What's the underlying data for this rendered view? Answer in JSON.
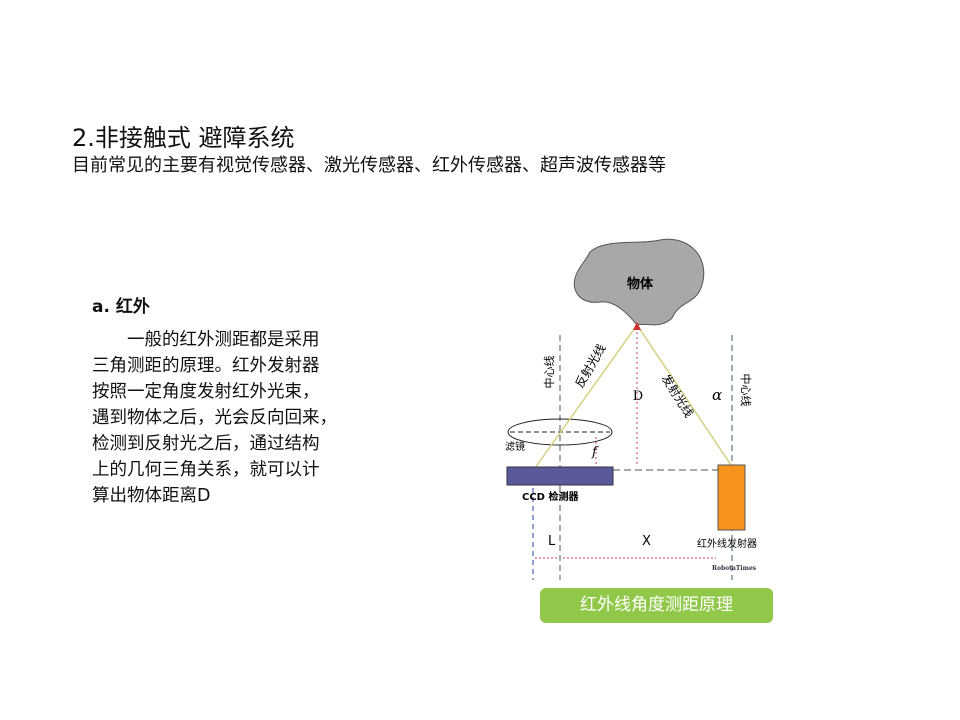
{
  "title": "2.非接触式 避障系统",
  "subtitle": "目前常见的主要有视觉传感器、激光传感器、红外传感器、超声波传感器等",
  "section": {
    "label": "a.  红外",
    "lines": [
      "　　一般的红外测距都是采用",
      "三角测距的原理。红外发射器",
      "按照一定角度发射红外光束，",
      "遇到物体之后，光会反向回来，",
      "检测到反射光之后，通过结构",
      "上的几何三角关系，就可以计",
      "算出物体距离D"
    ]
  },
  "diagram": {
    "object": "物体",
    "center_line": "中心线",
    "reflected": "反射光线",
    "emitted": "发射光线",
    "lens": "滤镜",
    "ccd": "CCD 检测器",
    "emitter": "红外线发射器",
    "D": "D",
    "f": "f",
    "alpha": "α",
    "L": "L",
    "X": "X",
    "watermark": "RobotaTimes",
    "caption": "红外线角度测距原理"
  },
  "colors": {
    "caption_bg": "#92c84a",
    "emitter": "#f7941d",
    "ccd": "#5a5a9a"
  }
}
